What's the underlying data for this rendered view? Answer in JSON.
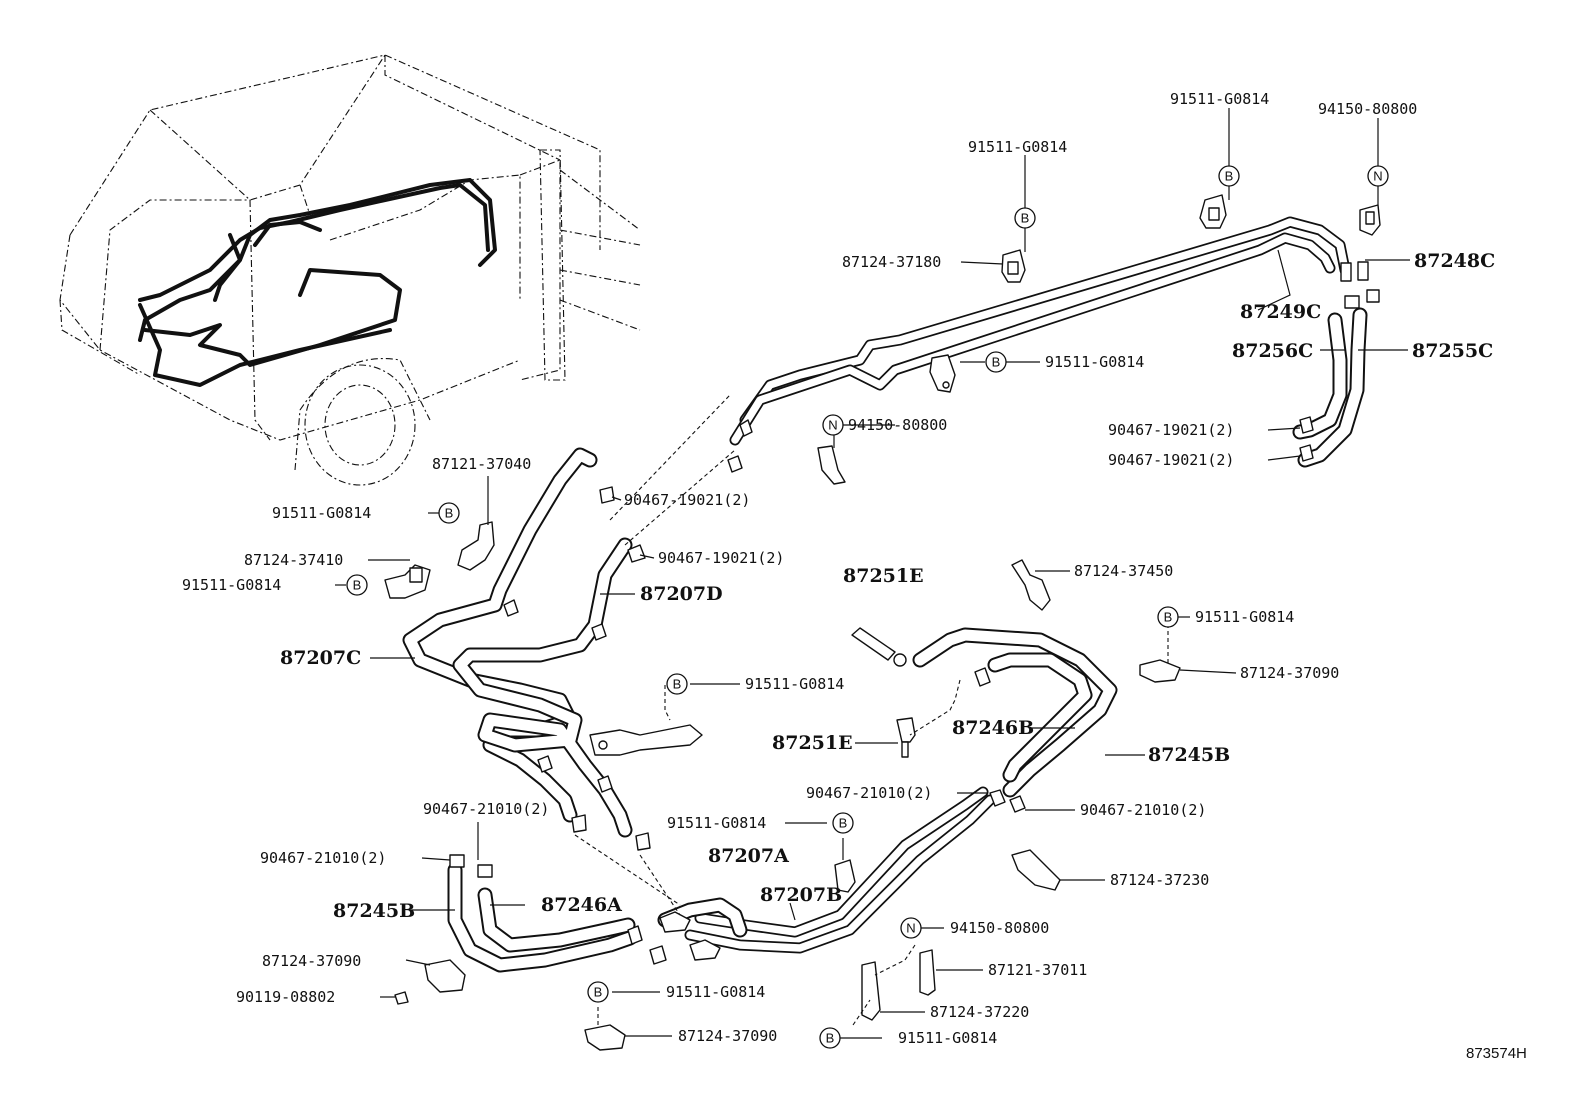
{
  "symbol_key": {
    "bolt": "B",
    "nut": "N"
  },
  "labels": {
    "p91511_top1": "91511-G0814",
    "p94150_top": "94150-80800",
    "p91511_top2": "91511-G0814",
    "p87124_37180": "87124-37180",
    "p87248C": "87248C",
    "p87249C": "87249C",
    "p91511_mid1": "91511-G0814",
    "p87256C": "87256C",
    "p87255C": "87255C",
    "p94150_mid": "94150-80800",
    "p90467_19021_r1": "90467-19021(2)",
    "p90467_19021_r2": "90467-19021(2)",
    "p87121_37040": "87121-37040",
    "p91511_left1": "91511-G0814",
    "p90467_19021_l1": "90467-19021(2)",
    "p87124_37410": "87124-37410",
    "p90467_19021_l2": "90467-19021(2)",
    "p91511_left2": "91511-G0814",
    "p87207D": "87207D",
    "p87251E_top": "87251E",
    "p87124_37450": "87124-37450",
    "p91511_right1": "91511-G0814",
    "p87207C": "87207C",
    "p91511_center": "91511-G0814",
    "p87124_37090_r": "87124-37090",
    "p87251E_bot": "87251E",
    "p87246B": "87246B",
    "p87245B_r": "87245B",
    "p90467_21010_c": "90467-21010(2)",
    "p90467_21010_r": "90467-21010(2)",
    "p90467_21010_l1": "90467-21010(2)",
    "p91511_lower": "91511-G0814",
    "p90467_21010_l2": "90467-21010(2)",
    "p87207A": "87207A",
    "p87124_37230": "87124-37230",
    "p87245B_l": "87245B",
    "p87246A": "87246A",
    "p87207B": "87207B",
    "p94150_low": "94150-80800",
    "p87124_37090_l": "87124-37090",
    "p87121_37011": "87121-37011",
    "p90119_08802": "90119-08802",
    "p91511_bottom1": "91511-G0814",
    "p87124_37220": "87124-37220",
    "p87124_37090_b": "87124-37090",
    "p91511_bottom2": "91511-G0814",
    "ref_code": "873574H"
  }
}
